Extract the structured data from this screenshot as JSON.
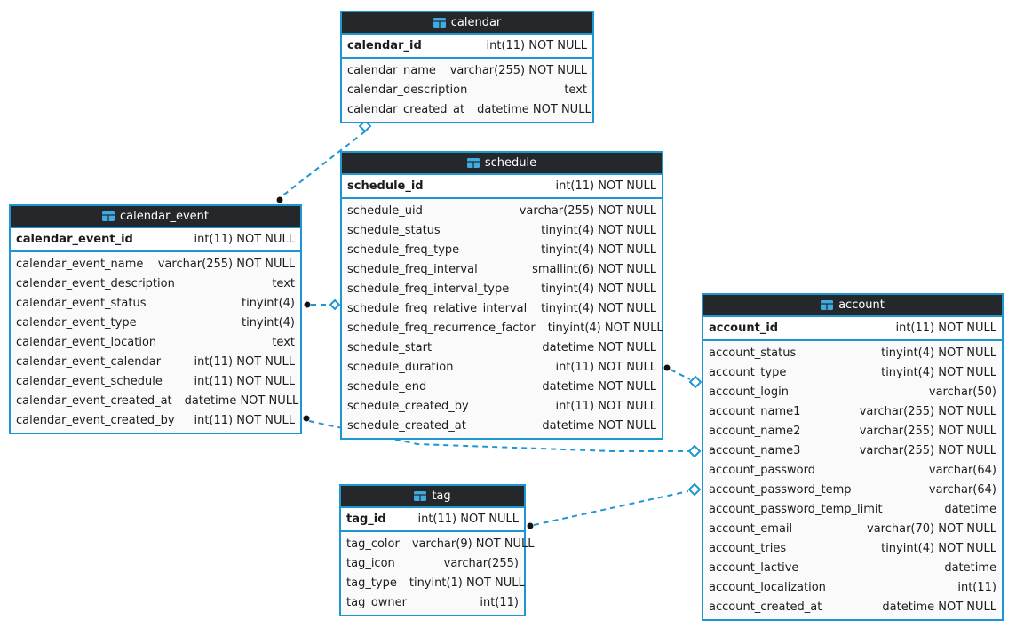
{
  "diagram": {
    "colors": {
      "accent_blue": "#1e96d2",
      "header_bg": "#25282b",
      "header_text": "#ffffff",
      "row_bg": "#fafafa",
      "pk_row_bg": "#ffffff",
      "text": "#1c1c1c",
      "connector": "#1e96d2"
    },
    "tables": [
      {
        "name": "calendar",
        "icon": "table-grid-icon",
        "pk": {
          "name": "calendar_id",
          "type": "int(11) NOT NULL"
        },
        "columns": [
          {
            "name": "calendar_name",
            "type": "varchar(255) NOT NULL"
          },
          {
            "name": "calendar_description",
            "type": "text"
          },
          {
            "name": "calendar_created_at",
            "type": "datetime NOT NULL"
          }
        ]
      },
      {
        "name": "schedule",
        "icon": "table-grid-icon",
        "pk": {
          "name": "schedule_id",
          "type": "int(11) NOT NULL"
        },
        "columns": [
          {
            "name": "schedule_uid",
            "type": "varchar(255) NOT NULL"
          },
          {
            "name": "schedule_status",
            "type": "tinyint(4) NOT NULL"
          },
          {
            "name": "schedule_freq_type",
            "type": "tinyint(4) NOT NULL"
          },
          {
            "name": "schedule_freq_interval",
            "type": "smallint(6) NOT NULL"
          },
          {
            "name": "schedule_freq_interval_type",
            "type": "tinyint(4) NOT NULL"
          },
          {
            "name": "schedule_freq_relative_interval",
            "type": "tinyint(4) NOT NULL"
          },
          {
            "name": "schedule_freq_recurrence_factor",
            "type": "tinyint(4) NOT NULL"
          },
          {
            "name": "schedule_start",
            "type": "datetime NOT NULL"
          },
          {
            "name": "schedule_duration",
            "type": "int(11) NOT NULL"
          },
          {
            "name": "schedule_end",
            "type": "datetime NOT NULL"
          },
          {
            "name": "schedule_created_by",
            "type": "int(11) NOT NULL"
          },
          {
            "name": "schedule_created_at",
            "type": "datetime NOT NULL"
          }
        ]
      },
      {
        "name": "calendar_event",
        "icon": "table-grid-icon",
        "pk": {
          "name": "calendar_event_id",
          "type": "int(11) NOT NULL"
        },
        "columns": [
          {
            "name": "calendar_event_name",
            "type": "varchar(255) NOT NULL"
          },
          {
            "name": "calendar_event_description",
            "type": "text"
          },
          {
            "name": "calendar_event_status",
            "type": "tinyint(4)"
          },
          {
            "name": "calendar_event_type",
            "type": "tinyint(4)"
          },
          {
            "name": "calendar_event_location",
            "type": "text"
          },
          {
            "name": "calendar_event_calendar",
            "type": "int(11) NOT NULL"
          },
          {
            "name": "calendar_event_schedule",
            "type": "int(11) NOT NULL"
          },
          {
            "name": "calendar_event_created_at",
            "type": "datetime NOT NULL"
          },
          {
            "name": "calendar_event_created_by",
            "type": "int(11) NOT NULL"
          }
        ]
      },
      {
        "name": "account",
        "icon": "table-grid-icon",
        "pk": {
          "name": "account_id",
          "type": "int(11) NOT NULL"
        },
        "columns": [
          {
            "name": "account_status",
            "type": "tinyint(4) NOT NULL"
          },
          {
            "name": "account_type",
            "type": "tinyint(4) NOT NULL"
          },
          {
            "name": "account_login",
            "type": "varchar(50)"
          },
          {
            "name": "account_name1",
            "type": "varchar(255) NOT NULL"
          },
          {
            "name": "account_name2",
            "type": "varchar(255) NOT NULL"
          },
          {
            "name": "account_name3",
            "type": "varchar(255) NOT NULL"
          },
          {
            "name": "account_password",
            "type": "varchar(64)"
          },
          {
            "name": "account_password_temp",
            "type": "varchar(64)"
          },
          {
            "name": "account_password_temp_limit",
            "type": "datetime"
          },
          {
            "name": "account_email",
            "type": "varchar(70) NOT NULL"
          },
          {
            "name": "account_tries",
            "type": "tinyint(4) NOT NULL"
          },
          {
            "name": "account_lactive",
            "type": "datetime"
          },
          {
            "name": "account_localization",
            "type": "int(11)"
          },
          {
            "name": "account_created_at",
            "type": "datetime NOT NULL"
          }
        ]
      },
      {
        "name": "tag",
        "icon": "table-grid-icon",
        "pk": {
          "name": "tag_id",
          "type": "int(11) NOT NULL"
        },
        "columns": [
          {
            "name": "tag_color",
            "type": "varchar(9) NOT NULL"
          },
          {
            "name": "tag_icon",
            "type": "varchar(255)"
          },
          {
            "name": "tag_type",
            "type": "tinyint(1) NOT NULL"
          },
          {
            "name": "tag_owner",
            "type": "int(11)"
          }
        ]
      }
    ],
    "relationships": [
      {
        "from": "calendar_event",
        "to": "calendar",
        "style": "dashed"
      },
      {
        "from": "calendar_event",
        "to": "schedule",
        "style": "dashed"
      },
      {
        "from": "schedule",
        "to": "account",
        "style": "dashed"
      },
      {
        "from": "calendar_event",
        "to": "account",
        "style": "dashed"
      },
      {
        "from": "tag",
        "to": "account",
        "style": "dashed"
      }
    ]
  }
}
